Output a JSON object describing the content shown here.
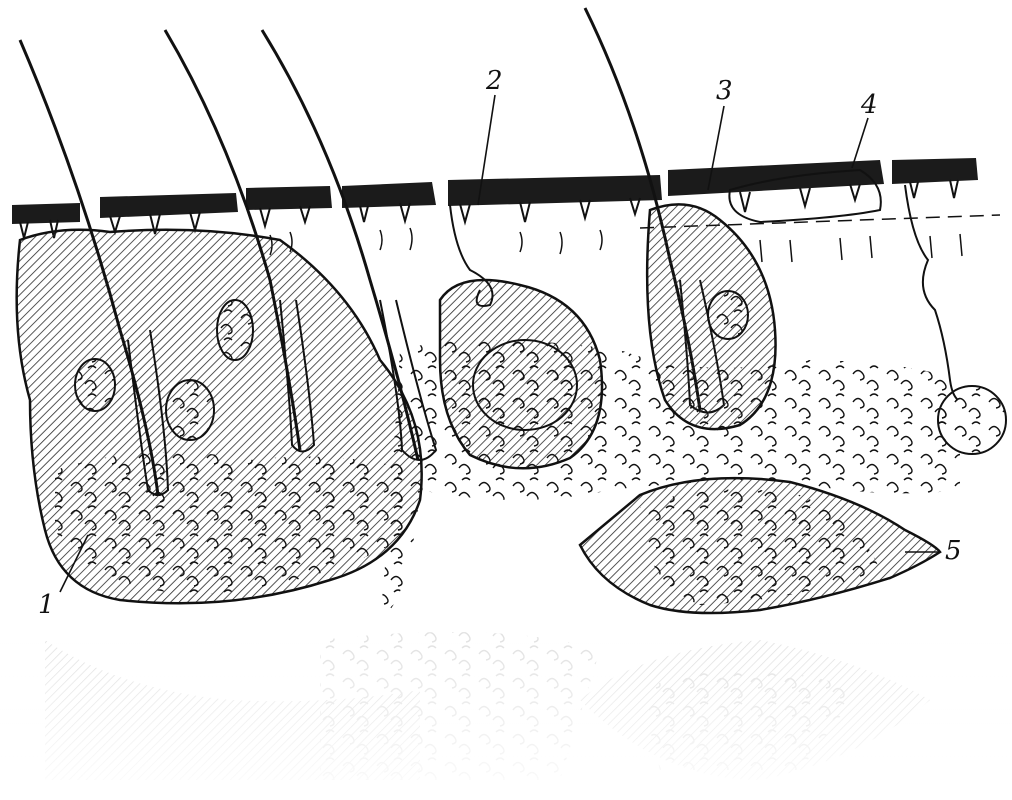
{
  "labels": {
    "l1": "1",
    "l2": "2",
    "l3": "3",
    "l4": "4",
    "l5": "5"
  },
  "colors": {
    "ink": "#111111",
    "paper": "#ffffff",
    "hatch": "#2a2a2a"
  }
}
